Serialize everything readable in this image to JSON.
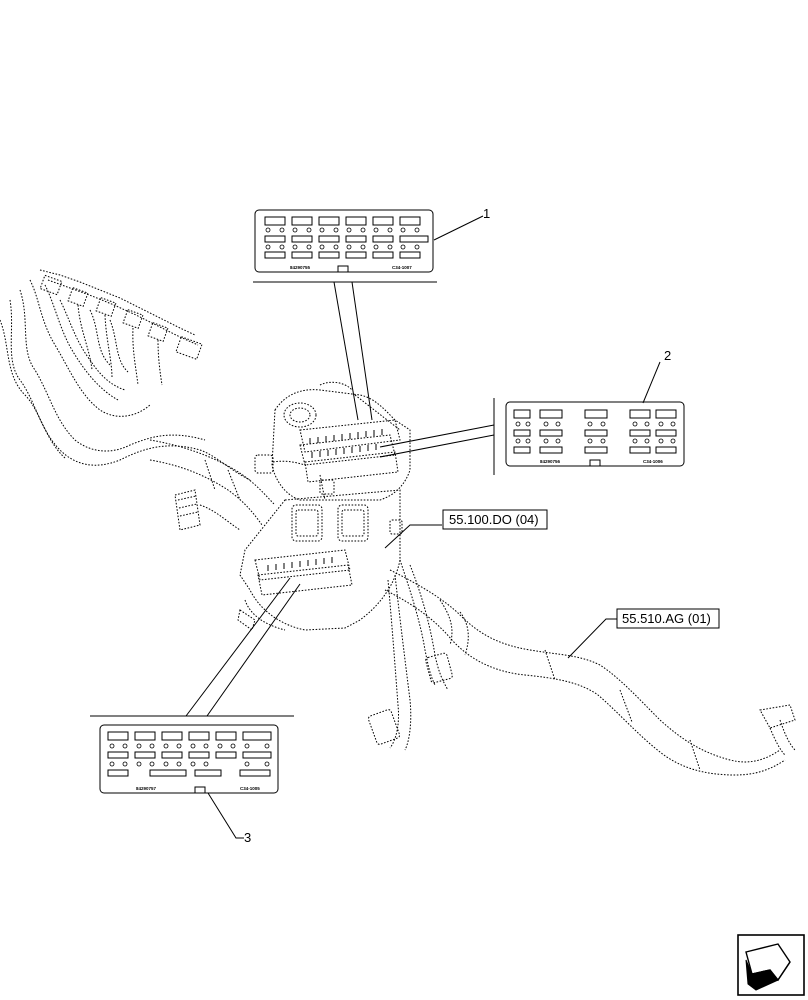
{
  "callouts": {
    "item1": "1",
    "item2": "2",
    "item3": "3"
  },
  "references": {
    "ref_a": "55.100.DO (04)",
    "ref_b": "55.510.AG (01)"
  },
  "fuse_panels": {
    "panel1": {
      "part_no": "84290755",
      "code": "C34-1007"
    },
    "panel2": {
      "part_no": "84290756",
      "code": "C34-1006"
    },
    "panel3": {
      "part_no": "84290757",
      "code": "C34-1005"
    }
  },
  "nav": {
    "icon": "next-page-arrow-icon"
  }
}
